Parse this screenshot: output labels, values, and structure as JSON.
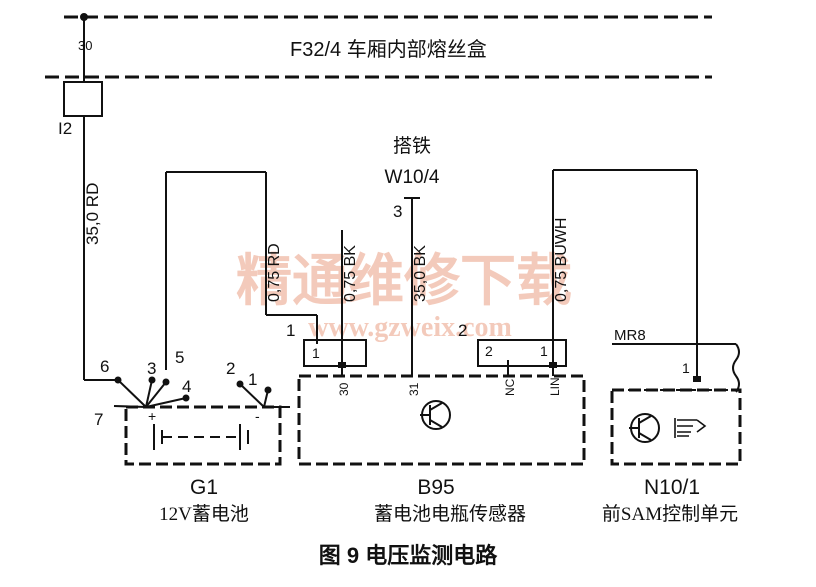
{
  "fuse_box": {
    "pin": "30",
    "label": "F32/4 车厢内部熔丝盒",
    "fuse": "I2"
  },
  "ground": {
    "label": "搭铁",
    "code": "W10/4",
    "pin": "3"
  },
  "wires": {
    "main": "35,0 RD",
    "sensor_rd": "0,75 RD",
    "sensor_bk": "0,75 BK",
    "ground_bk": "35,0 BK",
    "lin": "0,75 BUWH"
  },
  "battery": {
    "code": "G1",
    "name": "12V蓄电池",
    "terminals": [
      "6",
      "3",
      "5",
      "4",
      "7",
      "2",
      "1"
    ],
    "plus": "+",
    "minus": "-"
  },
  "sensor": {
    "code": "B95",
    "name": "蓄电池电瓶传感器",
    "connector1": "1",
    "connector2": "2",
    "pins": {
      "c1_1": "1",
      "p30": "30",
      "p31": "31",
      "c2_2": "2",
      "c2_1": "1",
      "nc": "NC",
      "lin": "LIN"
    }
  },
  "sam": {
    "code": "N10/1",
    "name": "前SAM控制单元",
    "connector": "MR8",
    "pin": "1"
  },
  "watermark": {
    "line1": "精通维修下载",
    "line2": "www.gzweix.com"
  },
  "caption": "图 9 电压监测电路",
  "colors": {
    "line": "#111111",
    "accent_red": "#d23b2a",
    "purple": "#7a4f9a",
    "watermark": "#f0b9a5"
  }
}
